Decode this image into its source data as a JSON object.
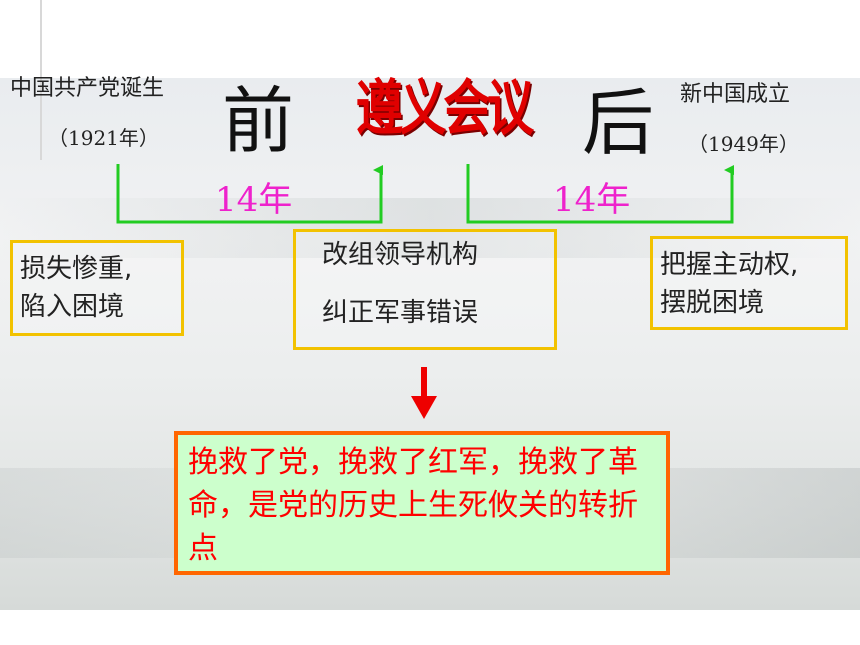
{
  "left_event": {
    "name": "中国共产党诞生",
    "year": "（1921年）"
  },
  "right_event": {
    "name": "新中国成立",
    "year": "（1949年）"
  },
  "before_label": "前",
  "title": "遵义会议",
  "after_label": "后",
  "span_left": "14年",
  "span_right": "14年",
  "box_left": {
    "line1": "损失惨重,",
    "line2": "陷入困境"
  },
  "box_middle": {
    "line1": "改组领导机构",
    "line2": "纠正军事错误"
  },
  "box_right": {
    "line1": "把握主动权,",
    "line2": "摆脱困境"
  },
  "result": "挽救了党，挽救了红军，挽救了革命，是党的历史上生死攸关的转折点",
  "colors": {
    "connector": "#22cc22",
    "box_border": "#f2c200",
    "title": "#e00000",
    "span": "#ee22cc",
    "arrow": "#ee0000",
    "result_border": "#ff6600",
    "result_fill": "#ccffcc",
    "result_text": "#ff0000"
  }
}
